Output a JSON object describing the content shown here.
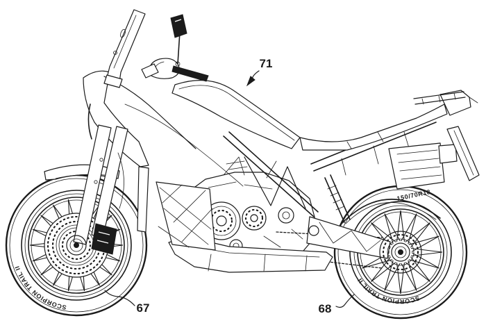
{
  "figure": {
    "subject": "Adventure motorcycle patent line drawing, left side view",
    "background_color": "#ffffff",
    "ink_color": "#1b1b1b"
  },
  "labels": {
    "ref_71": "71",
    "ref_67": "67",
    "ref_68": "68"
  },
  "tire_markings": {
    "rear_size": "150/70R18",
    "rear_brand": "SCORPION TRAIL II",
    "front_brand": "SCORPION TRAIL II"
  }
}
